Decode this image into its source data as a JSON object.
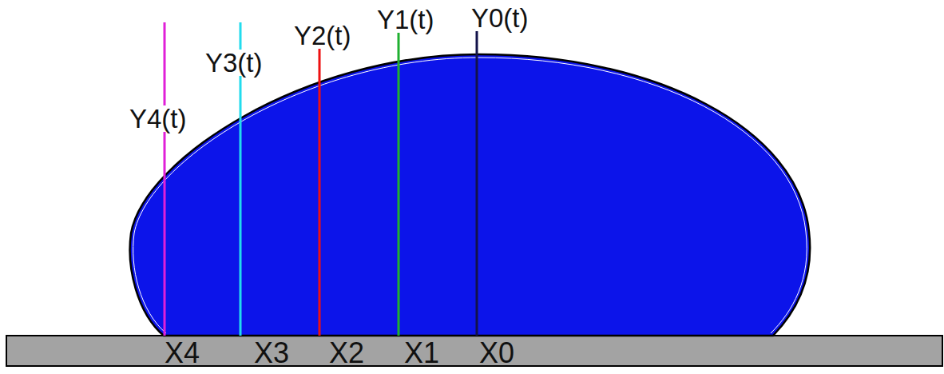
{
  "diagram": {
    "labels": [
      "Y4(t)",
      "Y3(t)",
      "Y2(t)",
      "Y1(t)",
      "Y0(t)",
      "X4",
      "X3",
      "X2",
      "X1",
      "X0"
    ]
  }
}
